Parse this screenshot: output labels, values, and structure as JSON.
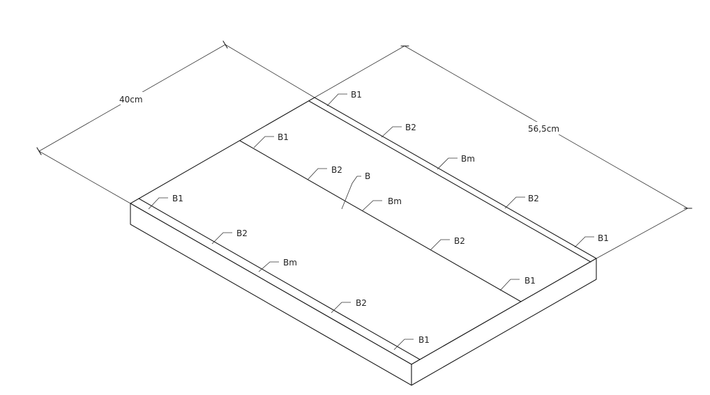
{
  "dimensions": {
    "width_label": "40cm",
    "length_label": "56,5cm"
  },
  "labels": {
    "b1": "B1",
    "b2": "B2",
    "bm": "Bm",
    "b": "B"
  }
}
